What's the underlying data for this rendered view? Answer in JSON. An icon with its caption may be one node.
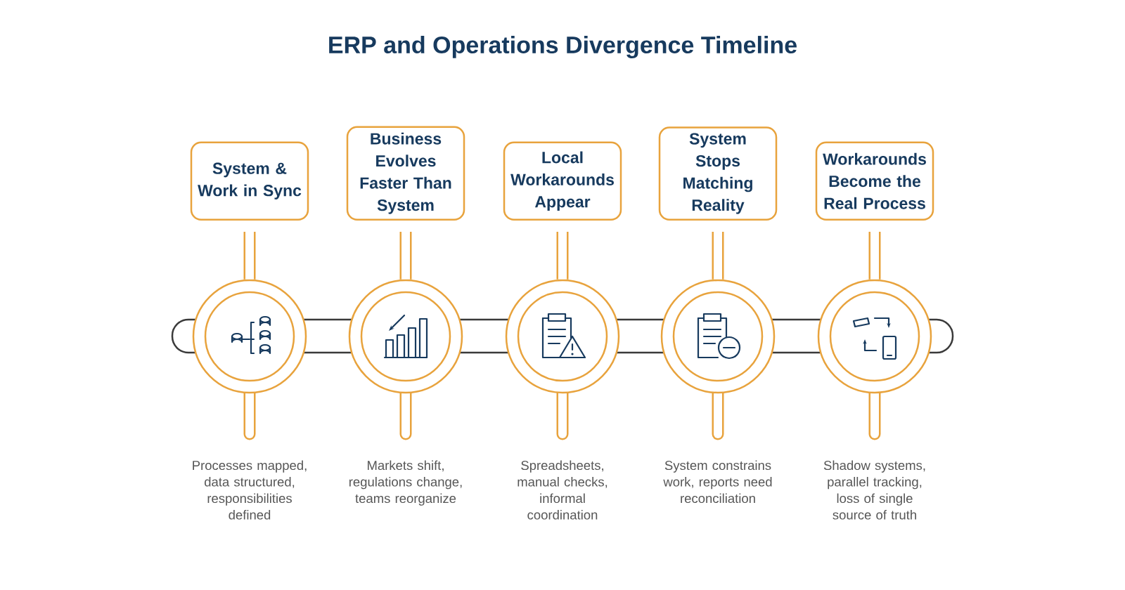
{
  "diagram": {
    "title": "ERP and Operations Divergence Timeline",
    "nodes": [
      {
        "text": [
          "System & Work in Sync"
        ]
      },
      {
        "text": [
          "Business Evolves Faster Than System"
        ]
      },
      {
        "text": [
          "Local Workarounds Appear"
        ]
      },
      {
        "text": [
          "System Stops Matching Reality"
        ]
      },
      {
        "text": [
          "Workarounds Become the Real Process"
        ]
      },
      {
        "text": [],
        "shape": "circle"
      },
      {
        "text": [],
        "shape": "circle"
      },
      {
        "text": [],
        "shape": "circle"
      },
      {
        "text": [],
        "shape": "circle"
      },
      {
        "text": [],
        "shape": "circle"
      }
    ],
    "labels": [
      "Processes mapped, data structured, responsibilities defined",
      "Markets shift, regulations change, teams reorganize",
      "Spreadsheets, manual checks, informal coordination",
      "System constrains work, reports need reconciliation",
      "Shadow systems, parallel tracking, loss of single source of truth"
    ],
    "edges": [
      {
        "from": 0,
        "to": 5,
        "arrow": "none"
      },
      {
        "from": 1,
        "to": 6,
        "arrow": "none"
      },
      {
        "from": 2,
        "to": 7,
        "arrow": "none"
      },
      {
        "from": 3,
        "to": 8,
        "arrow": "none"
      },
      {
        "from": 4,
        "to": 9,
        "arrow": "none"
      }
    ]
  }
}
